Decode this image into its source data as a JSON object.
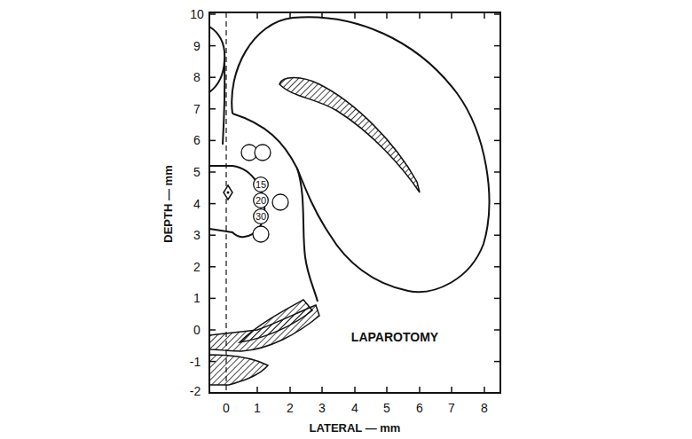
{
  "diagram": {
    "nodes": [
      {
        "text": [
          "15"
        ]
      },
      {
        "text": [
          "20"
        ]
      },
      {
        "text": [
          "30"
        ]
      }
    ],
    "labels": [
      "10",
      "9",
      "8",
      "7",
      "6",
      "5",
      "4",
      "3",
      "2",
      "1",
      "0",
      "-1",
      "-2",
      "0",
      "1",
      "2",
      "3",
      "4",
      "5",
      "6",
      "7",
      "8",
      "DEPTH — mm",
      "LATERAL — mm",
      "LAPAROTOMY"
    ]
  }
}
